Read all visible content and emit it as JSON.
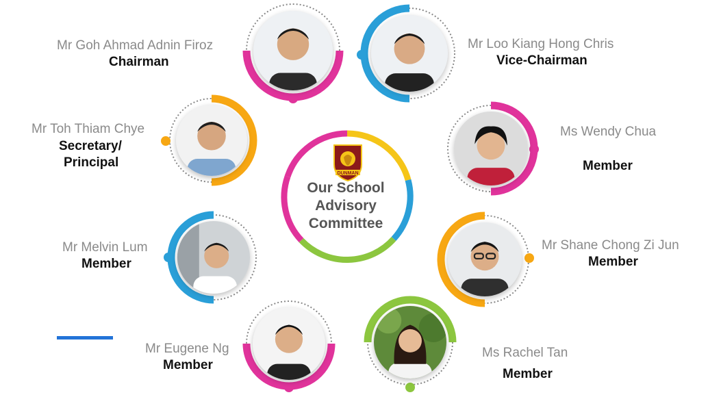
{
  "center": {
    "title_lines": [
      "Our School",
      "Advisory",
      "Committee"
    ],
    "logo_text": "DUNMAN"
  },
  "members": [
    {
      "name": "Mr Goh Ahmad Adnin Firoz",
      "role": "Chairman",
      "ring_color": "#e0339b"
    },
    {
      "name": "Mr Loo Kiang Hong Chris",
      "role": "Vice-Chairman",
      "ring_color": "#2a9fd8"
    },
    {
      "name": "Mr Toh Thiam Chye",
      "role": "Secretary/\nPrincipal",
      "role_lines": [
        "Secretary/",
        "Principal"
      ],
      "ring_color": "#f7a713"
    },
    {
      "name": "Ms Wendy Chua",
      "role": "Member",
      "ring_color": "#e0339b"
    },
    {
      "name": "Mr Melvin Lum",
      "role": "Member",
      "ring_color": "#2a9fd8"
    },
    {
      "name": "Mr Shane Chong Zi Jun",
      "role": "Member",
      "ring_color": "#f7a713"
    },
    {
      "name": "Mr Eugene Ng",
      "role": "Member",
      "ring_color": "#e0339b"
    },
    {
      "name": "Ms Rachel Tan",
      "role": "Member",
      "ring_color": "#8cc63f"
    }
  ],
  "colors": {
    "pink": "#e0339b",
    "blue": "#2a9fd8",
    "orange": "#f7a713",
    "green": "#8cc63f",
    "yellow": "#f5c518",
    "accent_bar": "#2273d8"
  }
}
